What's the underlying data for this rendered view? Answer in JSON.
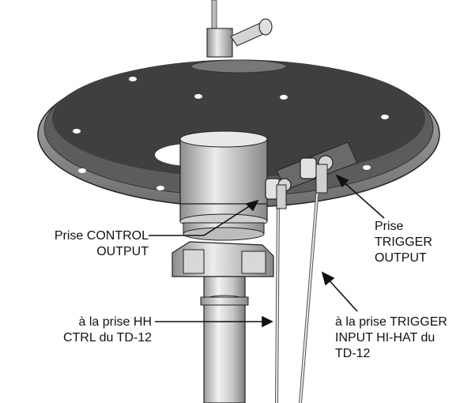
{
  "labels": {
    "control_output": {
      "line1": "Prise CONTROL",
      "line2": "OUTPUT"
    },
    "trigger_output": {
      "line1": "Prise",
      "line2": "TRIGGER",
      "line3": "OUTPUT"
    },
    "hh_ctrl": {
      "line1": "à la prise HH",
      "line2": "CTRL du TD-12"
    },
    "trigger_input": {
      "line1": "à la prise TRIGGER",
      "line2": "INPUT HI-HAT du",
      "line3": "TD-12"
    }
  }
}
